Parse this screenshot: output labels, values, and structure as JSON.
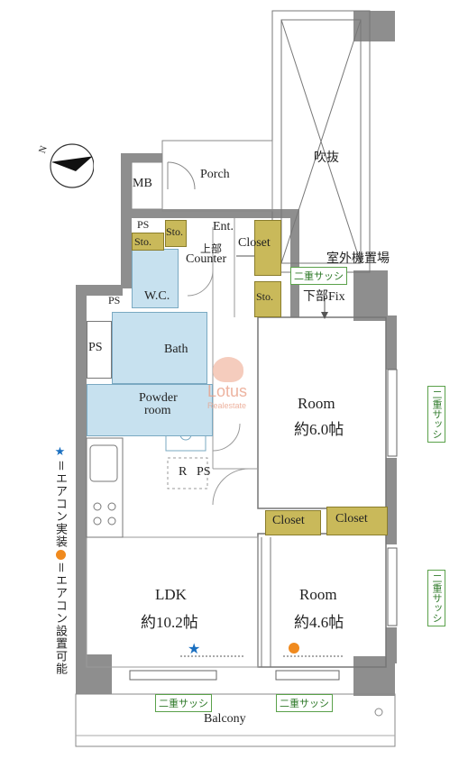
{
  "labels": {
    "mb": "MB",
    "porch": "Porch",
    "fukinuke": "吹抜",
    "ps1": "PS",
    "sto1": "Sto.",
    "sto2": "Sto.",
    "ent": "Ent.",
    "jobu": "上部",
    "counter": "Counter",
    "closet_ent": "Closet",
    "shitsugai": "室外機置場",
    "ps2": "PS",
    "wc": "W.C.",
    "sto3": "Sto.",
    "kabu_fix": "下部Fix",
    "ps3": "PS",
    "bath": "Bath",
    "powder1": "Powder",
    "powder2": "room",
    "r": "R",
    "ps4": "PS",
    "room1_name": "Room",
    "room1_size": "約6.0帖",
    "closet_a": "Closet",
    "closet_b": "Closet",
    "ldk_name": "LDK",
    "ldk_size": "約10.2帖",
    "room2_name": "Room",
    "room2_size": "約4.6帖",
    "balcony": "Balcony"
  },
  "sash_tags": [
    "二重サッシ",
    "二重サッシ",
    "二重サッシ",
    "二重サッシ",
    "二重サッシ"
  ],
  "legend": {
    "star_symbol": "★",
    "star_text": "＝エアコン実装",
    "dot_text": "＝エアコン設置可能"
  },
  "watermark": {
    "brand": "Lotus",
    "sub": "Realestate"
  },
  "compass": {
    "label": "N"
  },
  "colors": {
    "wall": "#8e8e8e",
    "closet": "#c9b95a",
    "wet_area": "#c7e1ef",
    "sash_tag": "#5aa14a",
    "star": "#1a6fc0",
    "dot": "#f08a1e"
  }
}
